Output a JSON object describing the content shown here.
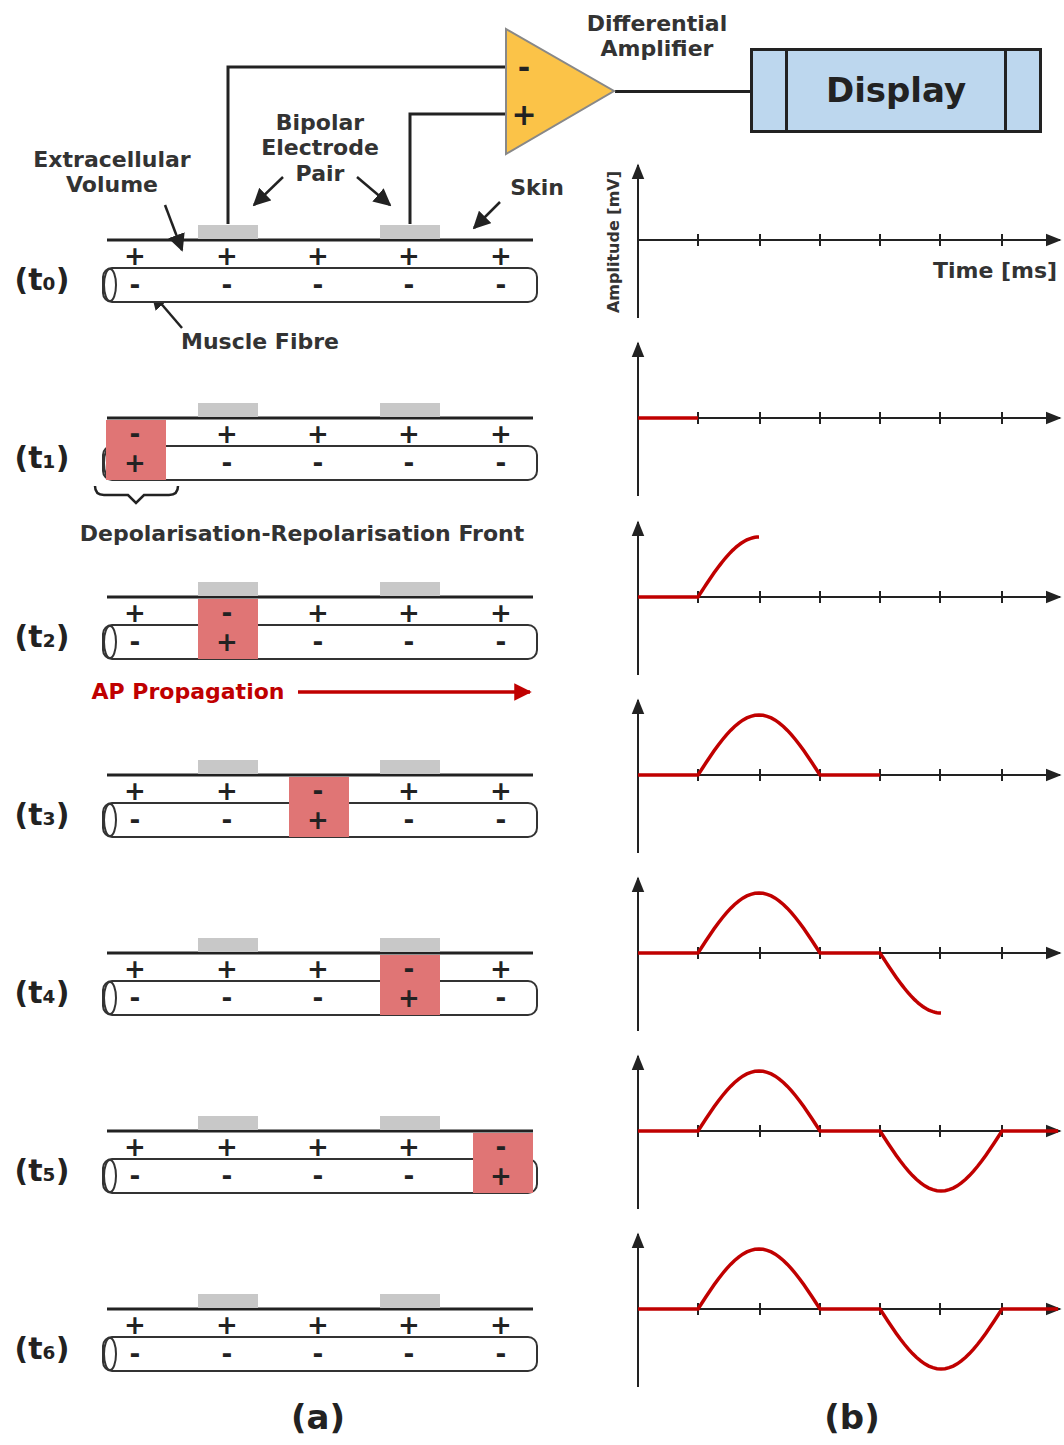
{
  "diagram": {
    "nodes": [
      {
        "text": [
          "Differential Amplifier",
          "-",
          "+"
        ]
      },
      {
        "text": [
          "Display"
        ]
      },
      {
        "text": [
          "-",
          "+"
        ]
      },
      {
        "text": [
          "-",
          "+"
        ]
      },
      {
        "text": [
          "-",
          "+"
        ]
      },
      {
        "text": [
          "-",
          "+"
        ]
      },
      {
        "text": [
          "-",
          "+"
        ]
      }
    ],
    "edges": [
      {
        "from": 0,
        "to": 1,
        "arrow": "none"
      }
    ],
    "labels": [
      "Extracellular Volume",
      "Bipolar Electrode Pair",
      "Skin",
      "Muscle Fibre",
      "Depolarisation-Repolarisation Front",
      "AP Propagation",
      "Amplitude [mV]",
      "Time [ms]",
      "(t₀)",
      "(t₁)",
      "(t₂)",
      "(t₃)",
      "(t₄)",
      "(t₅)",
      "(t₆)",
      "(a)",
      "(b)",
      "+",
      "-",
      "+",
      "-",
      "+",
      "-",
      "+",
      "-",
      "+",
      "-",
      "+",
      "-",
      "+",
      "-",
      "+",
      "-",
      "+",
      "-",
      "+",
      "-",
      "+",
      "-",
      "+",
      "-",
      "+",
      "-",
      "+",
      "-",
      "+",
      "-",
      "+",
      "-",
      "+",
      "-",
      "+",
      "-",
      "+",
      "-",
      "+",
      "-",
      "+",
      "-",
      "+",
      "-",
      "+",
      "-",
      "+",
      "-",
      "+",
      "-",
      "+",
      "-",
      "+",
      "-",
      "+",
      "-",
      "+",
      "-",
      "+",
      "-"
    ]
  }
}
